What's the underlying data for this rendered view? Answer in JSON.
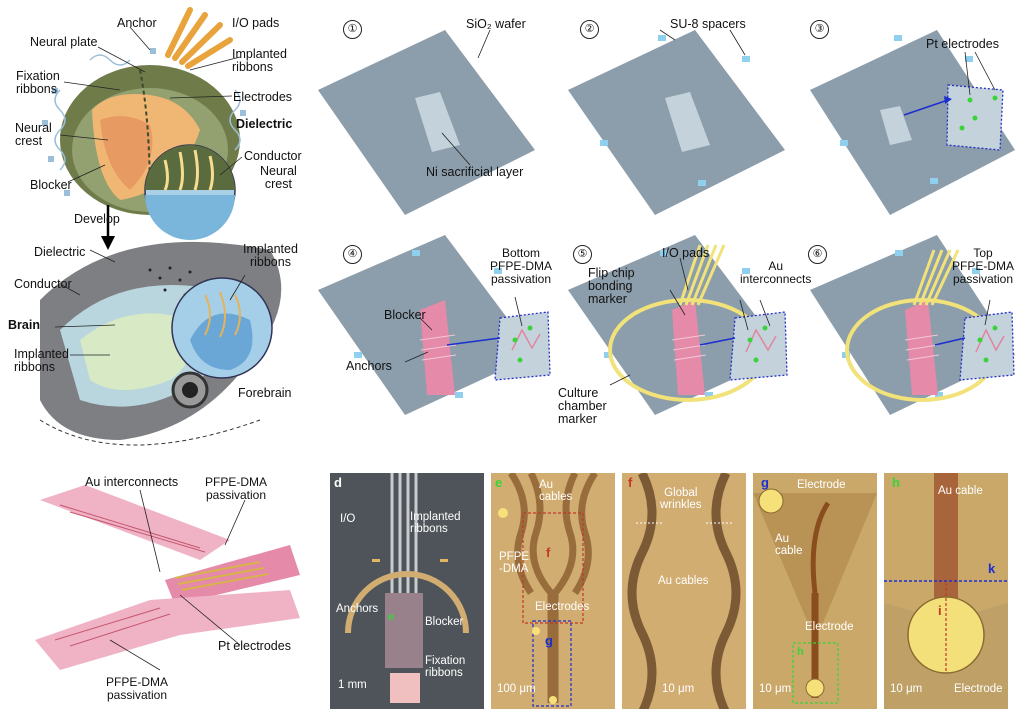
{
  "panel_a": {
    "labels": {
      "anchor": "Anchor",
      "io_pads": "I/O pads",
      "neural_plate": "Neural plate",
      "implanted_ribbons_top": "Implanted\nribbons",
      "fixation_ribbons": "Fixation\nribbons",
      "electrodes": "Electrodes",
      "neural_crest_left": "Neural\ncrest",
      "dielectric_top": "Dielectric",
      "conductor_top": "Conductor",
      "blocker": "Blocker",
      "neural_crest_right": "Neural\ncrest",
      "develop": "Develop",
      "dielectric_bottom": "Dielectric",
      "implanted_ribbons_mid": "Implanted\nribbons",
      "conductor_bottom": "Conductor",
      "brain": "Brain",
      "implanted_ribbons_low": "Implanted\nribbons",
      "forebrain": "Forebrain"
    }
  },
  "panel_b": {
    "steps": [
      "①",
      "②",
      "③",
      "④",
      "⑤",
      "⑥"
    ],
    "labels": {
      "sio2_wafer": "SiO₂ wafer",
      "ni_layer": "Ni sacrificial layer",
      "su8": "SU-8 spacers",
      "pt_electrodes": "Pt electrodes",
      "bottom_pfpe": "Bottom\nPFPE-DMA\npassivation",
      "blocker": "Blocker",
      "anchors": "Anchors",
      "io_pads": "I/O pads",
      "flip_chip": "Flip chip\nbonding\nmarker",
      "au_interconnects": "Au\ninterconnects",
      "culture_marker": "Culture\nchamber\nmarker",
      "top_pfpe": "Top\nPFPE-DMA\npassivation"
    }
  },
  "panel_c": {
    "labels": {
      "au_interconnects": "Au interconnects",
      "pfpe_top": "PFPE-DMA\npassivation",
      "pt_electrodes": "Pt electrodes",
      "pfpe_bottom": "PFPE-DMA\npassivation"
    }
  },
  "photos": {
    "d": {
      "letter": "d",
      "io": "I/O",
      "implanted": "Implanted\nribbons",
      "anchors": "Anchors",
      "blocker": "Blocker",
      "fixation": "Fixation\nribbons",
      "scale": "1 mm",
      "e": "e"
    },
    "e": {
      "letter": "e",
      "au_cables": "Au\ncables",
      "pfpe": "PFPE\n-DMA",
      "electrodes": "Electrodes",
      "f": "f",
      "g": "g",
      "scale": "100 μm"
    },
    "f": {
      "letter": "f",
      "global": "Global\nwrinkles",
      "au_cables": "Au cables",
      "scale": "10 μm"
    },
    "g": {
      "letter": "g",
      "electrode_top": "Electrode",
      "au_cable": "Au\ncable",
      "electrode_bottom": "Electrode",
      "h": "h",
      "scale": "10 μm"
    },
    "h": {
      "letter": "h",
      "au_cable": "Au cable",
      "k": "k",
      "i": "i",
      "electrode": "Electrode",
      "scale": "10 μm"
    }
  },
  "colors": {
    "wafer": "#8c9dab",
    "ni": "#c4d2dc",
    "su8": "#8fd0ee",
    "pink": "#e58aa8",
    "yellow": "#f1e27a",
    "blue_arrow": "#1a2fd0",
    "photo_gold": "#d1ad72",
    "photo_dark": "#4e5459"
  }
}
